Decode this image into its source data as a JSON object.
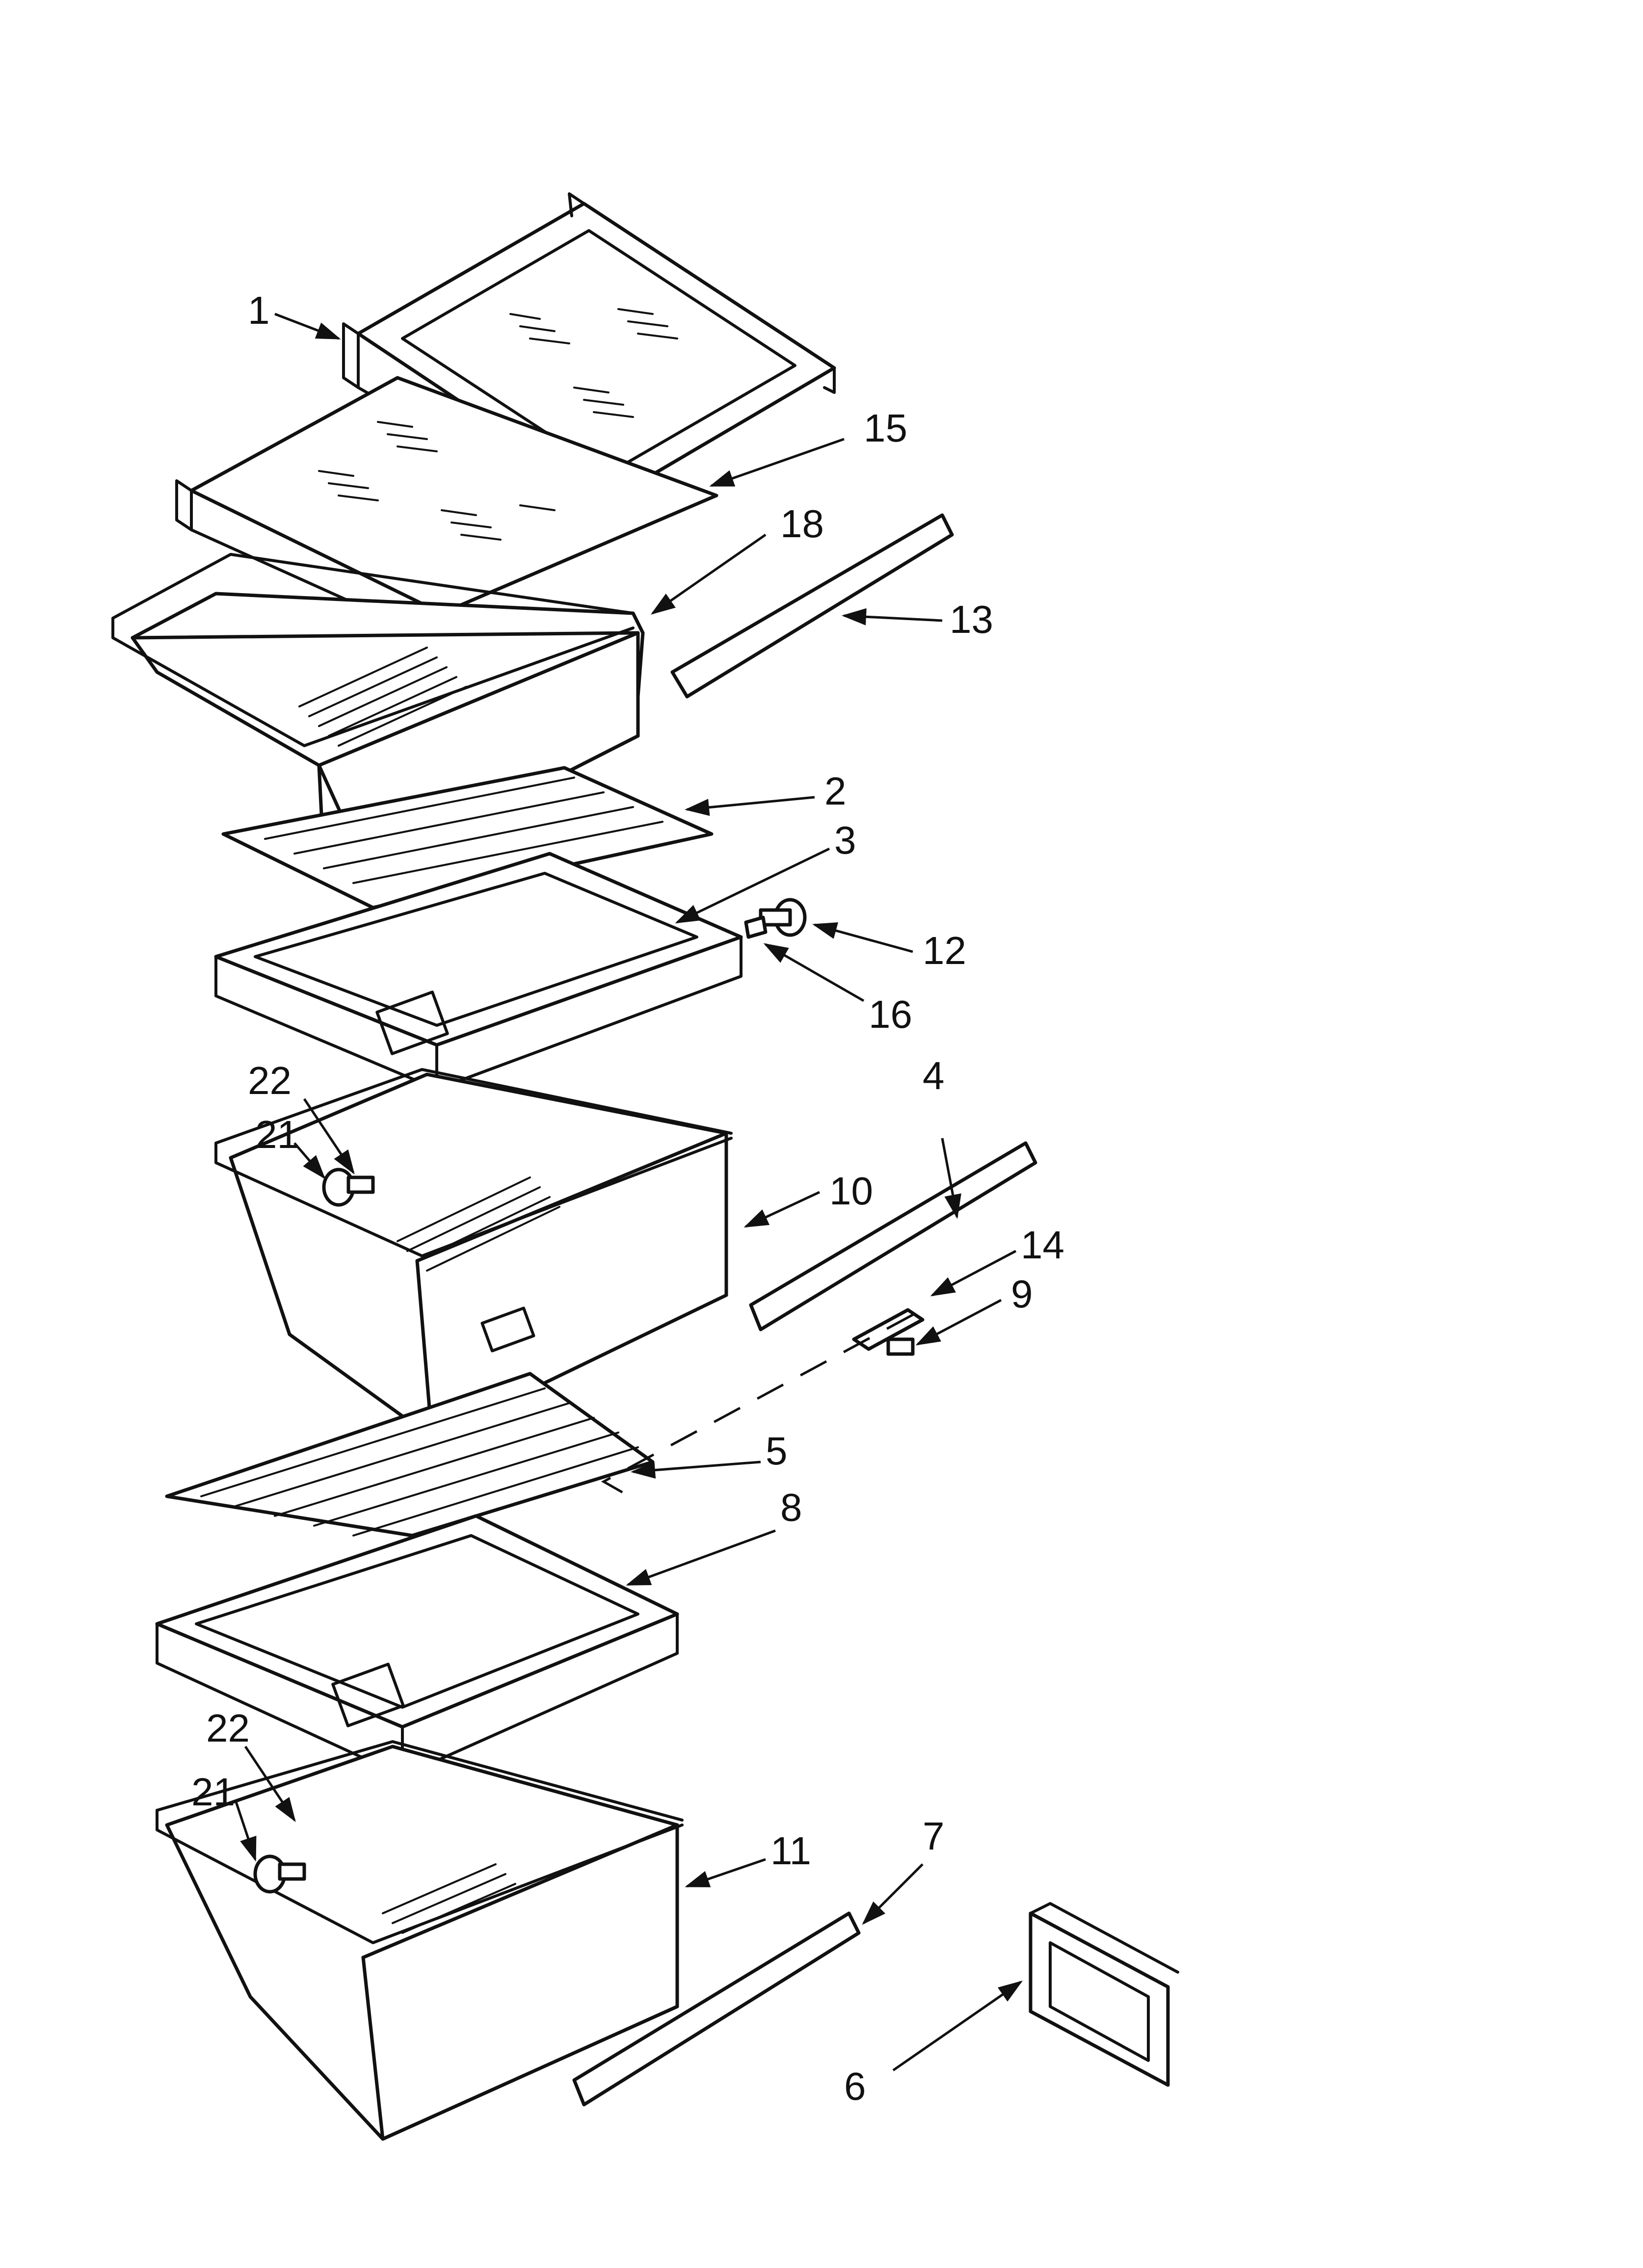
{
  "callouts": {
    "c1": "1",
    "c2": "2",
    "c3": "3",
    "c4": "4",
    "c5": "5",
    "c6": "6",
    "c7": "7",
    "c8": "8",
    "c9": "9",
    "c10": "10",
    "c11": "11",
    "c12": "12",
    "c13": "13",
    "c14": "14",
    "c15": "15",
    "c16": "16",
    "c18": "18",
    "c21_upper": "21",
    "c22_upper": "22",
    "c21_lower": "21",
    "c22_lower": "22"
  }
}
